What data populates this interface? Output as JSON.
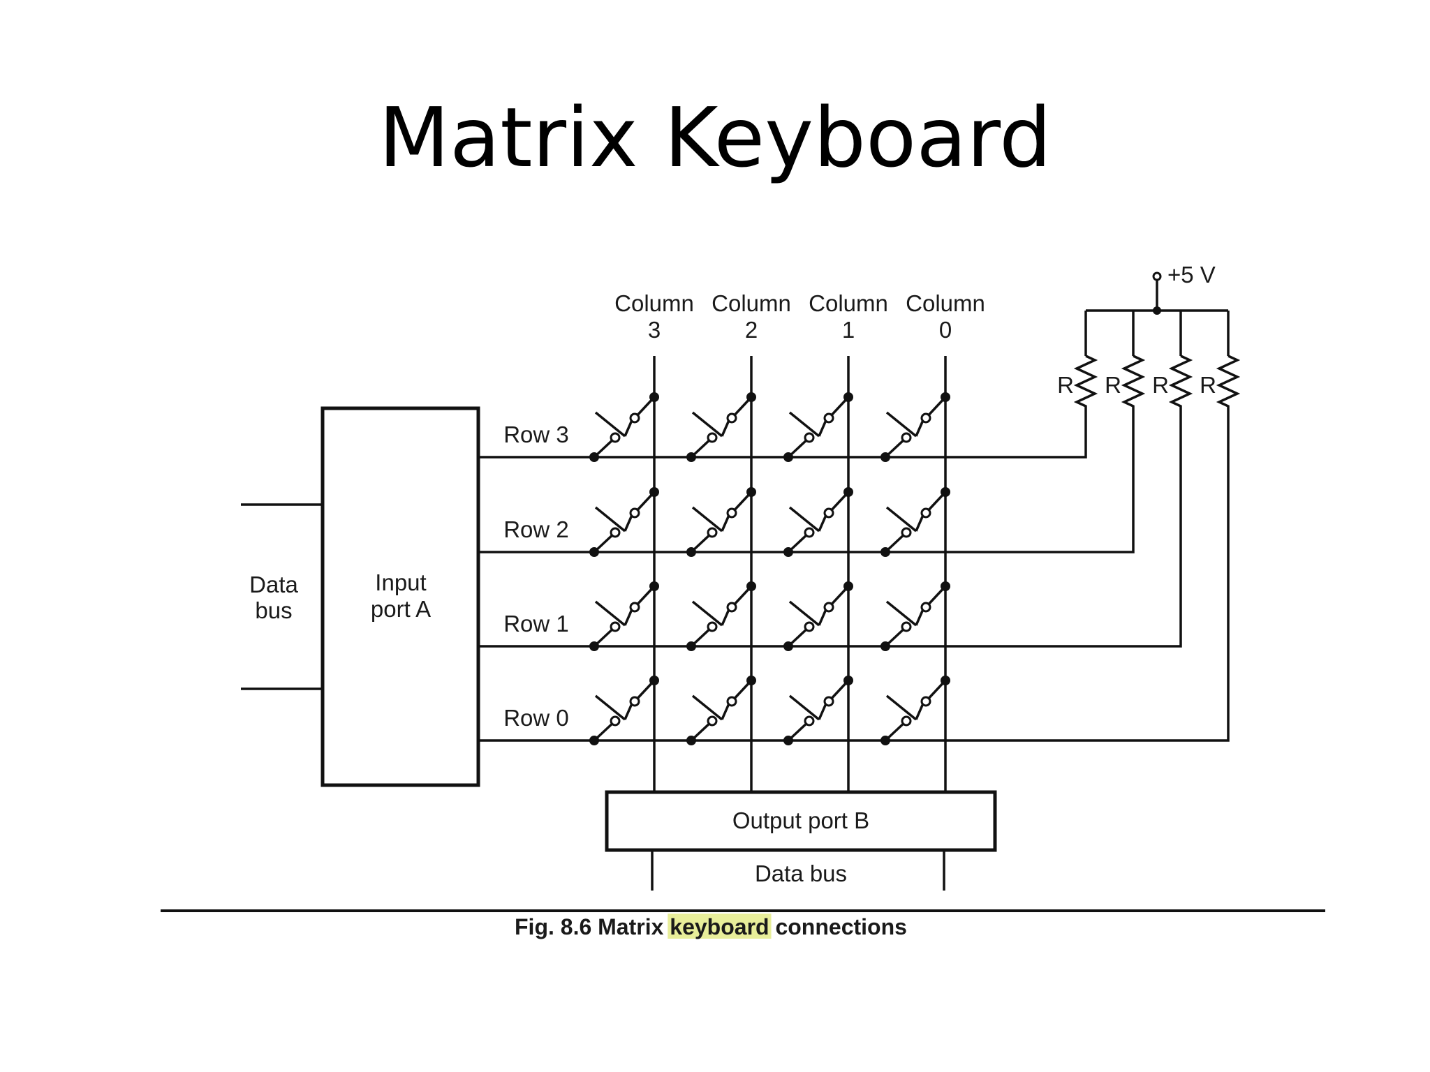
{
  "slide": {
    "title": "Matrix Keyboard"
  },
  "diagram": {
    "supply_label": "+5 V",
    "resistor_label": "R",
    "columns": [
      {
        "line1": "Column",
        "line2": "3"
      },
      {
        "line1": "Column",
        "line2": "2"
      },
      {
        "line1": "Column",
        "line2": "1"
      },
      {
        "line1": "Column",
        "line2": "0"
      }
    ],
    "rows": [
      "Row 3",
      "Row 2",
      "Row 1",
      "Row 0"
    ],
    "input_port": {
      "line1": "Input",
      "line2": "port A"
    },
    "left_bus": {
      "line1": "Data",
      "line2": "bus"
    },
    "output_port": "Output port B",
    "bottom_bus": "Data bus",
    "caption": {
      "prefix": "Fig. 8.6 Matrix ",
      "highlight": "keyboard",
      "suffix": " connections",
      "highlight_color": "#e8ee9a"
    },
    "colors": {
      "line": "#111111",
      "background": "#ffffff"
    }
  }
}
